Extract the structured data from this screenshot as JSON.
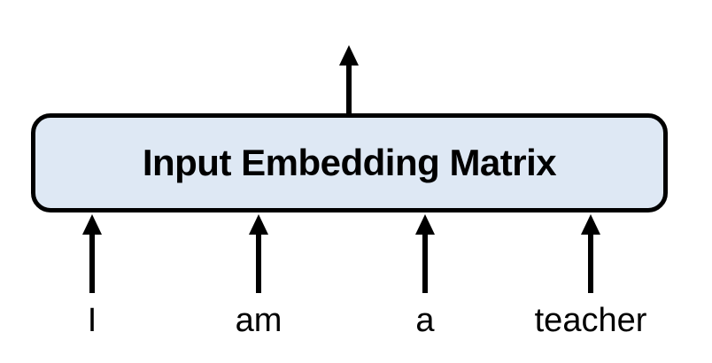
{
  "diagram": {
    "box_label": "Input Embedding Matrix",
    "tokens": [
      "I",
      "am",
      "a",
      "teacher"
    ],
    "colors": {
      "background": "#ffffff",
      "box_fill": "#dee8f4",
      "box_border": "#000000",
      "arrow": "#000000",
      "text": "#000000"
    }
  }
}
